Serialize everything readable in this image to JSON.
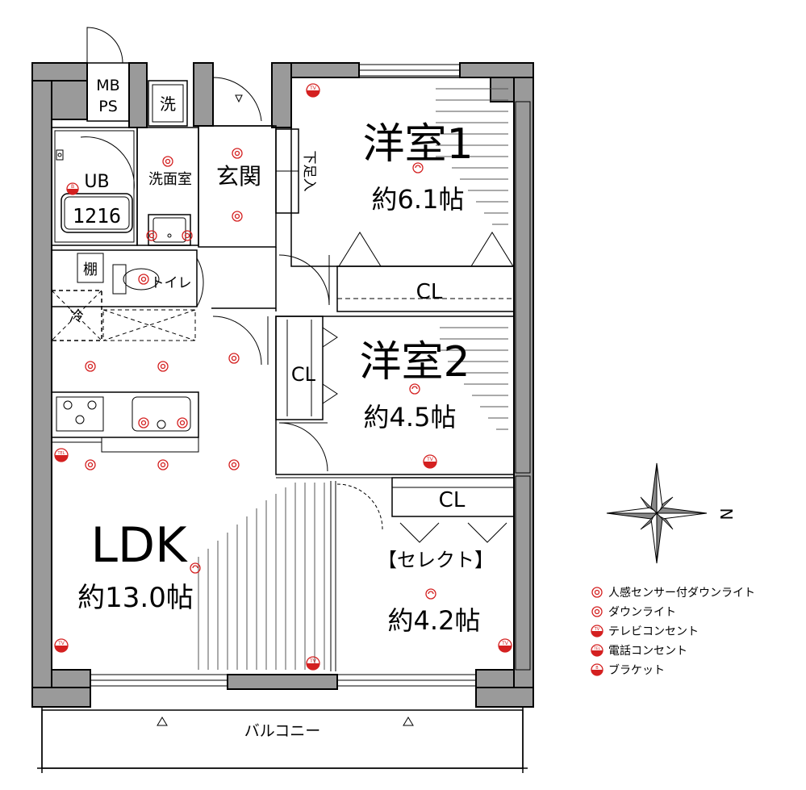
{
  "rooms": {
    "mbps_line1": "MB",
    "mbps_line2": "PS",
    "wash_machine": "洗",
    "unit_bath": "UB",
    "unit_bath_size": "1216",
    "washroom": "洗面室",
    "entrance": "玄関",
    "shoe_box": "下足入",
    "western1_name": "洋室1",
    "western1_size": "約6.1帖",
    "closet1": "CL",
    "shelf": "棚",
    "toilet": "トイレ",
    "fridge": "冷",
    "western2_name": "洋室2",
    "western2_size": "約4.5帖",
    "closet2": "CL",
    "closet3": "CL",
    "ldk_name": "LDK",
    "ldk_size": "約13.0帖",
    "select_name": "【セレクト】",
    "select_size": "約4.2帖",
    "balcony": "バルコニー"
  },
  "compass": {
    "north_label": "N"
  },
  "legend": [
    {
      "icon": "sensor-downlight-icon",
      "label": "人感センサー付ダウンライト"
    },
    {
      "icon": "downlight-icon",
      "label": "ダウンライト"
    },
    {
      "icon": "tv-outlet-icon",
      "label": "テレビコンセント"
    },
    {
      "icon": "tel-outlet-icon",
      "label": "電話コンセント"
    },
    {
      "icon": "bracket-light-icon",
      "label": "ブラケット"
    }
  ],
  "symbols": {
    "tv": "TV",
    "tel": "TEL",
    "bracket": "B"
  },
  "colors": {
    "wall": "#9a9a9a",
    "symbol_red": "#d42020"
  }
}
